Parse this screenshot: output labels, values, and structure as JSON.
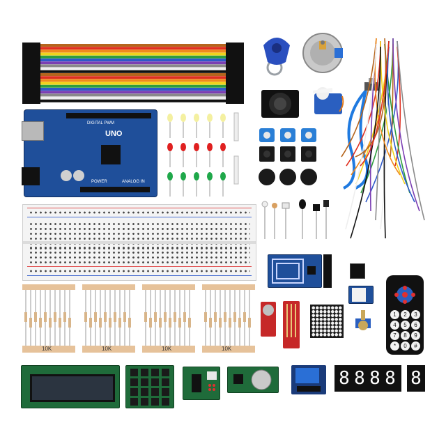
{
  "board": {
    "logo": "UNO",
    "header_text": "DIGITAL PWM",
    "power_label": "POWER",
    "analog_label": "ANALOG IN"
  },
  "resistor_labels": [
    "10K",
    "10K",
    "10K",
    "10K"
  ],
  "seven_segment": {
    "four_digit": [
      "8",
      "8",
      "8",
      "8"
    ],
    "single_digit": "8"
  },
  "remote_keys": [
    "1",
    "2",
    "3",
    "4",
    "5",
    "6",
    "7",
    "8",
    "9",
    "*",
    "0",
    "#"
  ],
  "colors": {
    "board_blue": "#1f4f9a",
    "wire_colors": [
      "#b5651d",
      "#e03020",
      "#f08a1c",
      "#f1d31c",
      "#2e9e3e",
      "#2e59c9",
      "#7b3fb3",
      "#8a8a8a",
      "#eeeeee",
      "#111111"
    ]
  },
  "icons": [
    "rfid-tag-icon",
    "stepper-motor-icon",
    "joystick-icon",
    "servo-icon",
    "usb-cable-icon",
    "jumper-wires-icon"
  ]
}
